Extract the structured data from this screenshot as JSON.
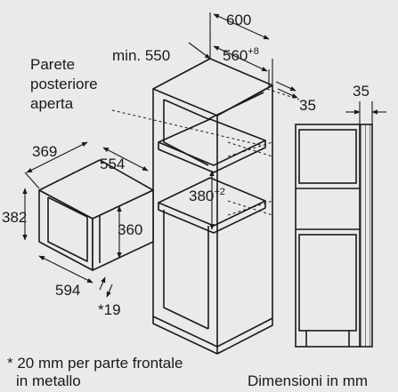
{
  "labels": {
    "width_600": "600",
    "min_550": "min. 550",
    "depth_560": "560",
    "depth_560_sup": "+8",
    "gap_35_top": "35",
    "gap_35_side": "35",
    "back_wall": [
      "Parete",
      "posteriore",
      "aperta"
    ],
    "oven_369": "369",
    "oven_554": "554",
    "oven_382": "382",
    "oven_360": "360",
    "oven_594": "594",
    "oven_19": "*19",
    "niche_380": "380",
    "niche_380_sup": "+2",
    "footnote": [
      "* 20 mm per parte frontale",
      "in metallo"
    ],
    "units": "Dimensioni in mm"
  }
}
